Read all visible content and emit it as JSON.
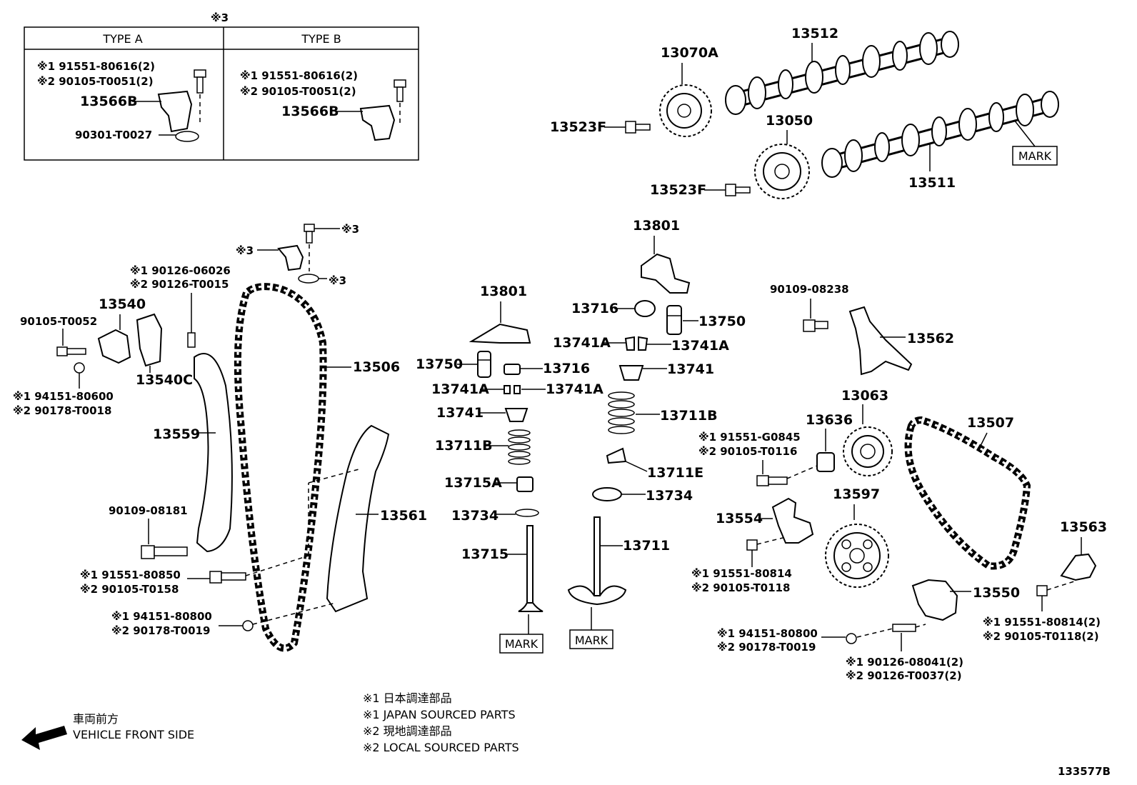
{
  "inset": {
    "note_marker": "※3",
    "type_a": {
      "header": "TYPE A",
      "ref1": "※1 91551-80616(2)",
      "ref2": "※2 90105-T0051(2)",
      "part_bracket": "13566B",
      "part_washer": "90301-T0027"
    },
    "type_b": {
      "header": "TYPE B",
      "ref1": "※1 91551-80616(2)",
      "ref2": "※2 90105-T0051(2)",
      "part_bracket": "13566B"
    }
  },
  "labels": {
    "p13070A": "13070A",
    "p13512": "13512",
    "p13523F_a": "13523F",
    "p13050": "13050",
    "p13523F_b": "13523F",
    "p13511": "13511",
    "mark_cam": "MARK",
    "p13801_a": "13801",
    "p13716_a": "13716",
    "p13750_a": "13750",
    "p13741A_a": "13741A",
    "p13741A_b": "13741A",
    "p13741_a": "13741",
    "p13711B_a": "13711B",
    "p13711E": "13711E",
    "p13734_a": "13734",
    "p13711": "13711",
    "mark_valve_a": "MARK",
    "p13801_b": "13801",
    "p13750_b": "13750",
    "p13716_b": "13716",
    "p13741A_c": "13741A",
    "p13741A_d": "13741A",
    "p13741_b": "13741",
    "p13711B_b": "13711B",
    "p13715A": "13715A",
    "p13734_b": "13734",
    "p13715": "13715",
    "mark_valve_b": "MARK",
    "s3_bolt": "※3",
    "s3_bracket": "※3",
    "s3_washer": "※3",
    "ref_90126_a1": "※1 90126-06026",
    "ref_90126_a2": "※2 90126-T0015",
    "p13540": "13540",
    "p90105_T0052": "90105-T0052",
    "p13540C": "13540C",
    "ref_94151_a1": "※1 94151-80600",
    "ref_94151_a2": "※2 90178-T0018",
    "p13506": "13506",
    "p13559": "13559",
    "p90109_08181": "90109-08181",
    "ref_91551_a1": "※1 91551-80850",
    "ref_91551_a2": "※2 90105-T0158",
    "ref_94151_b1": "※1 94151-80800",
    "ref_94151_b2": "※2 90178-T0019",
    "p13561": "13561",
    "p90109_08238": "90109-08238",
    "p13562": "13562",
    "p13063": "13063",
    "p13636": "13636",
    "ref_g0845_1": "※1 91551-G0845",
    "ref_g0845_2": "※2 90105-T0116",
    "p13507": "13507",
    "p13597": "13597",
    "p13554": "13554",
    "ref_80814_1": "※1 91551-80814",
    "ref_80814_2": "※2 90105-T0118",
    "p13563": "13563",
    "p13550": "13550",
    "ref_80814b_1": "※1 91551-80814(2)",
    "ref_80814b_2": "※2 90105-T0118(2)",
    "ref_94151_c1": "※1 94151-80800",
    "ref_94151_c2": "※2 90178-T0019",
    "ref_08041_1": "※1 90126-08041(2)",
    "ref_08041_2": "※2 90126-T0037(2)"
  },
  "notes": {
    "n1_jp": "※1 日本調達部品",
    "n1_en": "※1 JAPAN SOURCED PARTS",
    "n2_jp": "※2 現地調達部品",
    "n2_en": "※2 LOCAL SOURCED PARTS"
  },
  "direction": {
    "jp": "車両前方",
    "en": "VEHICLE FRONT SIDE"
  },
  "figure_id": "133577B"
}
